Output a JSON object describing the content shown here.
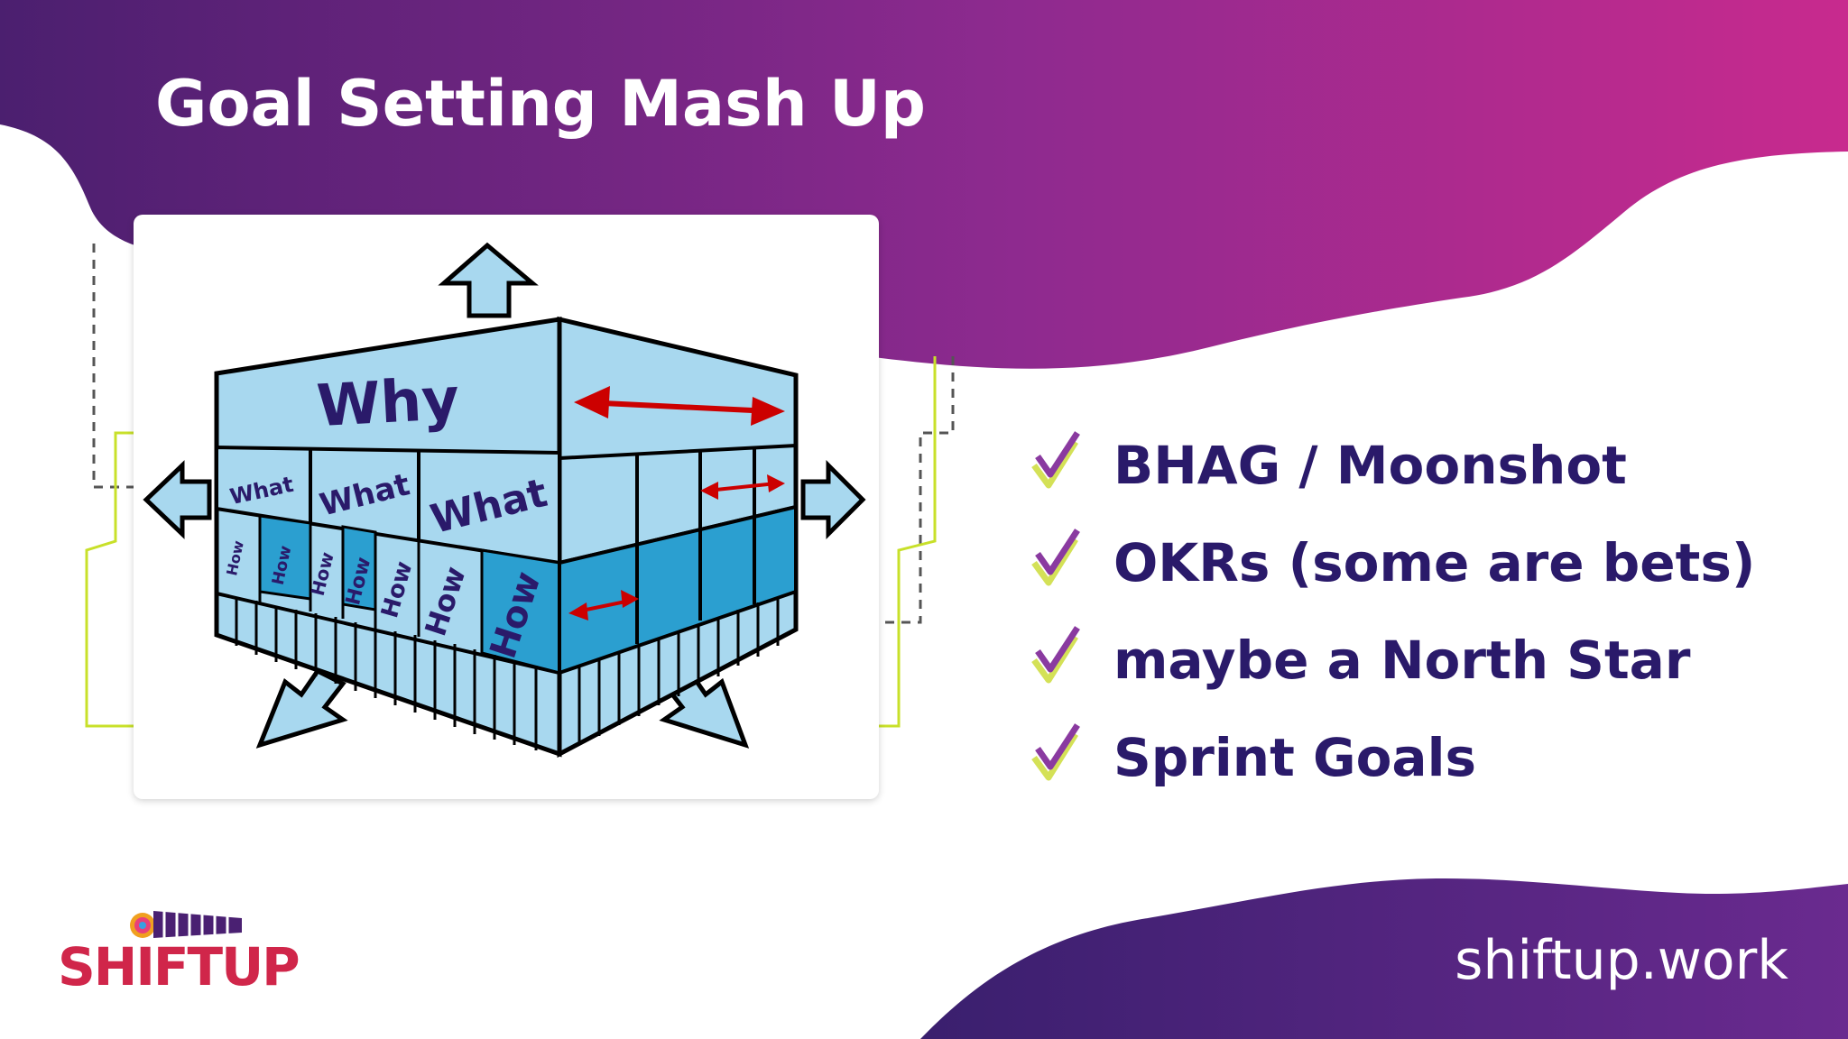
{
  "slide": {
    "title": "Goal Setting Mash Up",
    "bullets": [
      {
        "text": "BHAG / Moonshot",
        "icon": "double-check-icon"
      },
      {
        "text": "OKRs (some are bets)",
        "icon": "double-check-icon"
      },
      {
        "text": "maybe a North Star",
        "icon": "double-check-icon"
      },
      {
        "text": "Sprint Goals",
        "icon": "double-check-icon"
      }
    ],
    "website": "shiftup.work"
  },
  "diagram": {
    "why_label": "Why",
    "what_labels": [
      "What",
      "What",
      "What"
    ],
    "how_labels": [
      "How",
      "How",
      "How",
      "How",
      "How",
      "How",
      "How"
    ]
  },
  "logo": {
    "wordmark": "SHIFTUP"
  },
  "colors": {
    "purple_dark": "#4a2072",
    "magenta": "#c0268e",
    "navy_text": "#2a1a6a",
    "cube_light": "#a8d8ef",
    "cube_dark": "#2b9fd0",
    "arrow_red": "#cc0000",
    "check_purple": "#8a3aa0",
    "check_yellow": "#d4e157",
    "logo_red": "#d0264a"
  }
}
